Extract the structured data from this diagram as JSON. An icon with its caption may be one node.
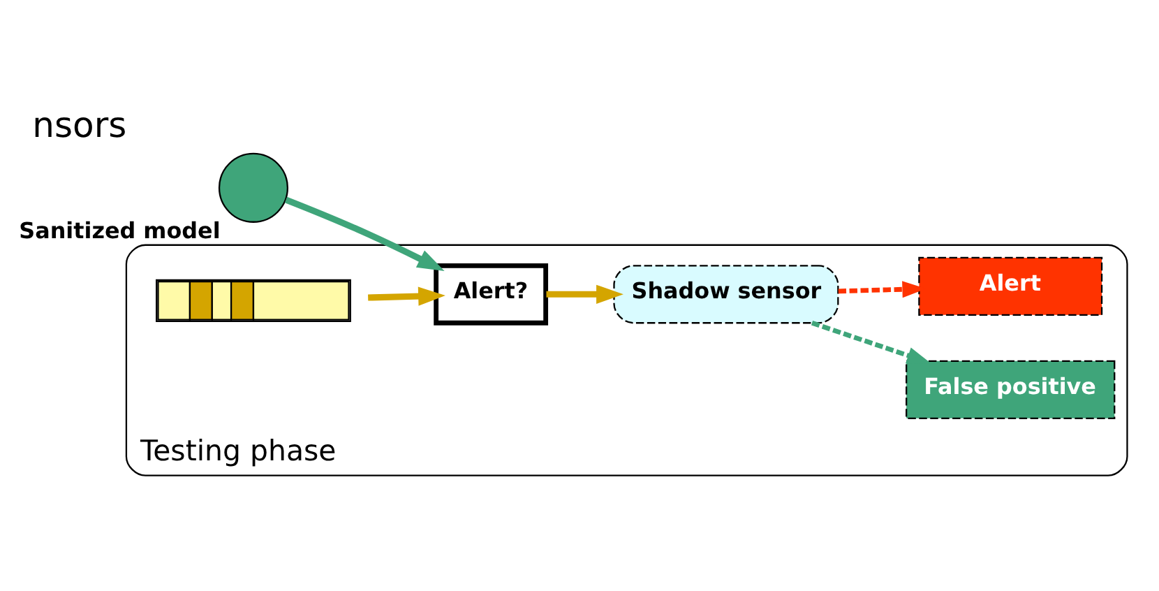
{
  "diagram": {
    "title": "nsors",
    "nodes": [
      {
        "text": [
          "Testing phase"
        ]
      },
      {
        "text": [],
        "shape": "bar",
        "in": 0
      },
      {
        "text": [
          "Alert?"
        ],
        "in": 0
      },
      {
        "text": [
          "Shadow sensor"
        ],
        "in": 0
      },
      {
        "text": [
          "False positive"
        ],
        "in": 0
      },
      {
        "text": [
          "Alert"
        ],
        "in": 0
      },
      {
        "text": [],
        "shape": "circle",
        "beside": [
          "Sanitized model"
        ]
      }
    ],
    "edges": [
      {
        "from": 1,
        "to": 2,
        "arrow": "to",
        "color": "#d4a500"
      },
      {
        "from": 6,
        "to": 2,
        "arrow": "to",
        "color": "#3fa57a"
      },
      {
        "from": 2,
        "to": 3,
        "arrow": "to",
        "color": "#d4a500"
      },
      {
        "from": 3,
        "to": 4,
        "arrow": "to",
        "style": "dashed",
        "color": "#3fa57a"
      },
      {
        "from": 3,
        "to": 5,
        "arrow": "to",
        "style": "dashed",
        "color": "#ff3300"
      }
    ]
  }
}
